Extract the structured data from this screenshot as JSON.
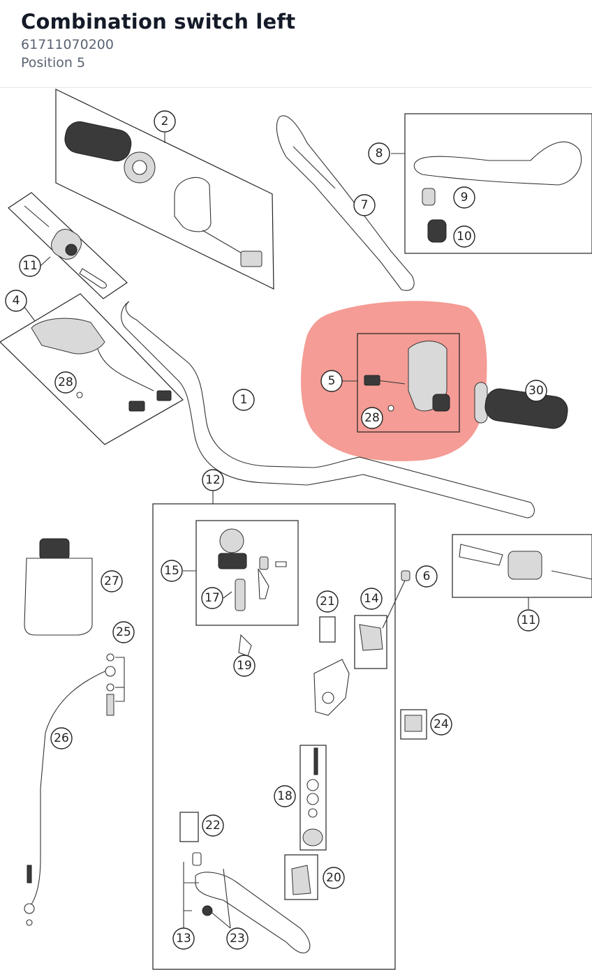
{
  "header": {
    "title": "Combination switch left",
    "part_number": "61711070200",
    "position": "Position 5"
  },
  "diagram": {
    "highlight_color": "#f28b82",
    "callouts": {
      "c1": "1",
      "c2": "2",
      "c4": "4",
      "c5": "5",
      "c6": "6",
      "c7": "7",
      "c8": "8",
      "c9": "9",
      "c10": "10",
      "c11a": "11",
      "c11b": "11",
      "c12": "12",
      "c13": "13",
      "c14": "14",
      "c15": "15",
      "c17": "17",
      "c18": "18",
      "c19": "19",
      "c20": "20",
      "c21": "21",
      "c22": "22",
      "c23": "23",
      "c24": "24",
      "c25": "25",
      "c26": "26",
      "c27": "27",
      "c28a": "28",
      "c28b": "28",
      "c30": "30"
    }
  }
}
